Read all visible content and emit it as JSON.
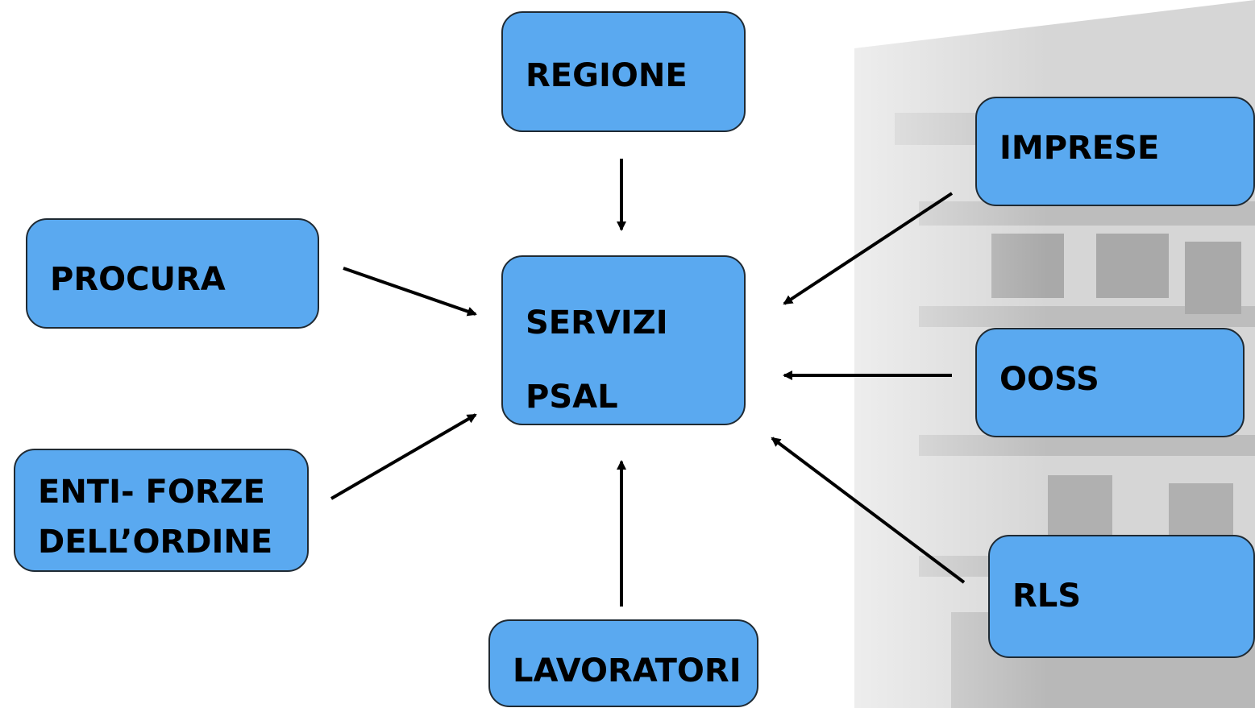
{
  "nodes": {
    "regione": "REGIONE",
    "imprese": "IMPRESE",
    "procura": "PROCURA",
    "servizi_line1": "SERVIZI",
    "servizi_line2": "PSAL",
    "ooss": "OOSS",
    "enti_line1": "ENTI- FORZE",
    "enti_line2": "DELL’ORDINE",
    "rls": "RLS",
    "lavoratori": "LAVORATORI"
  },
  "colors": {
    "box_fill": "#5aa9f0",
    "box_border": "#1f2a33",
    "arrow": "#000000"
  }
}
